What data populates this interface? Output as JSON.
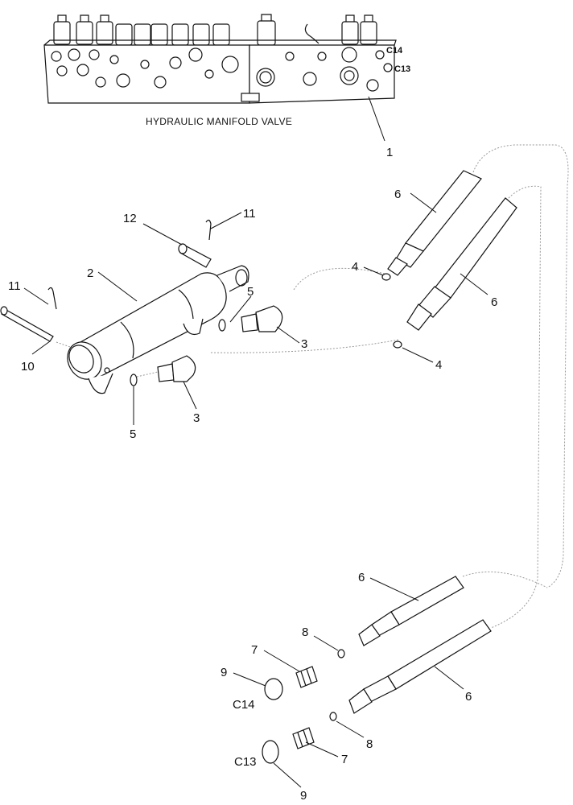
{
  "diagram": {
    "title": "HYDRAULIC MANIFOLD VALVE",
    "port_labels": {
      "c14": "C14",
      "c13": "C13"
    },
    "callouts": {
      "c1": "1",
      "c2": "2",
      "c3a": "3",
      "c3b": "3",
      "c4a": "4",
      "c4b": "4",
      "c5a": "5",
      "c5b": "5",
      "c6a": "6",
      "c6b": "6",
      "c6c": "6",
      "c6d": "6",
      "c7a": "7",
      "c7b": "7",
      "c8a": "8",
      "c8b": "8",
      "c9a": "9",
      "c9b": "9",
      "c10": "10",
      "c11a": "11",
      "c11b": "11",
      "c12": "12",
      "c14": "C14",
      "c13": "C13"
    }
  }
}
